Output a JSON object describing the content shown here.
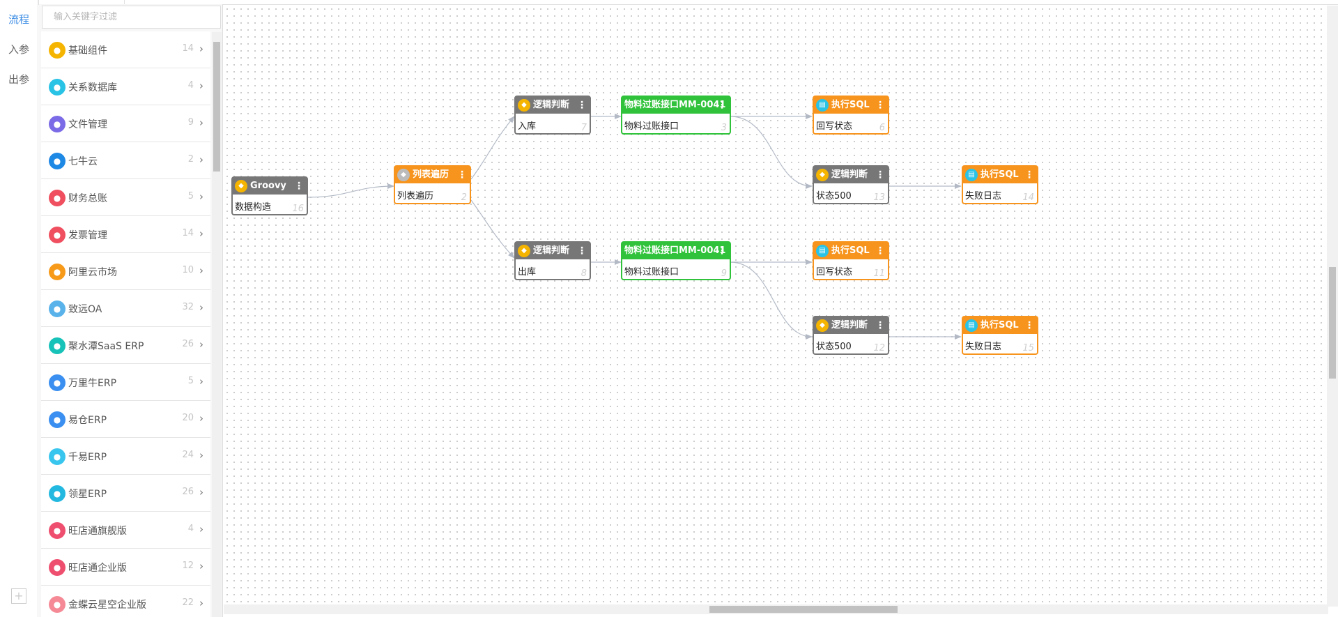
{
  "tabs": {
    "flow": "流程",
    "input": "入参",
    "output": "出参",
    "add": "+"
  },
  "filter": {
    "placeholder": "输入关键字过滤"
  },
  "components": [
    {
      "name": "基础组件",
      "count": "14",
      "color": "#f5b400",
      "icon": "layers-icon"
    },
    {
      "name": "关系数据库",
      "count": "4",
      "color": "#29c3e6",
      "icon": "database-icon"
    },
    {
      "name": "文件管理",
      "count": "9",
      "color": "#7b6be6",
      "icon": "folder-icon"
    },
    {
      "name": "七牛云",
      "count": "2",
      "color": "#1e88e5",
      "icon": "qiniu-icon"
    },
    {
      "name": "财务总账",
      "count": "5",
      "color": "#ef4f5f",
      "icon": "wallet-icon"
    },
    {
      "name": "发票管理",
      "count": "14",
      "color": "#ef4f5f",
      "icon": "stack-icon"
    },
    {
      "name": "阿里云市场",
      "count": "10",
      "color": "#f79a1a",
      "icon": "aliyun-icon"
    },
    {
      "name": "致远OA",
      "count": "32",
      "color": "#59b3ea",
      "icon": "zhiyuan-icon"
    },
    {
      "name": "聚水潭SaaS ERP",
      "count": "26",
      "color": "#17c2b8",
      "icon": "jushuitan-icon"
    },
    {
      "name": "万里牛ERP",
      "count": "5",
      "color": "#3a8ff0",
      "icon": "wanliniu-icon"
    },
    {
      "name": "易仓ERP",
      "count": "20",
      "color": "#3a8ff0",
      "icon": "yicang-icon"
    },
    {
      "name": "千易ERP",
      "count": "24",
      "color": "#38c6ee",
      "icon": "qianyi-icon"
    },
    {
      "name": "领星ERP",
      "count": "26",
      "color": "#22b8e0",
      "icon": "lingxing-icon"
    },
    {
      "name": "旺店通旗舰版",
      "count": "4",
      "color": "#ef4f6f",
      "icon": "wangdiantong-icon"
    },
    {
      "name": "旺店通企业版",
      "count": "12",
      "color": "#ef4f6f",
      "icon": "wangdiantong-icon"
    },
    {
      "name": "金蝶云星空企业版",
      "count": "22",
      "color": "#f58a96",
      "icon": "kingdee-icon"
    }
  ],
  "nodes": {
    "n16": {
      "title": "Groovy",
      "body": "数据构造",
      "num": "16"
    },
    "n2": {
      "title": "列表遍历",
      "body": "列表遍历",
      "num": "2"
    },
    "n7": {
      "title": "逻辑判断",
      "body": "入库",
      "num": "7"
    },
    "n3": {
      "title": "物料过账接口MM-0041",
      "body": "物料过账接口",
      "num": "3"
    },
    "n6": {
      "title": "执行SQL",
      "body": "回写状态",
      "num": "6"
    },
    "n13": {
      "title": "逻辑判断",
      "body": "状态500",
      "num": "13"
    },
    "n14": {
      "title": "执行SQL",
      "body": "失败日志",
      "num": "14"
    },
    "n8": {
      "title": "逻辑判断",
      "body": "出库",
      "num": "8"
    },
    "n9": {
      "title": "物料过账接口MM-0041",
      "body": "物料过账接口",
      "num": "9"
    },
    "n11": {
      "title": "执行SQL",
      "body": "回写状态",
      "num": "11"
    },
    "n12": {
      "title": "逻辑判断",
      "body": "状态500",
      "num": "12"
    },
    "n15": {
      "title": "执行SQL",
      "body": "失败日志",
      "num": "15"
    }
  },
  "menu_glyph": "⋮",
  "chevron_glyph": "›"
}
